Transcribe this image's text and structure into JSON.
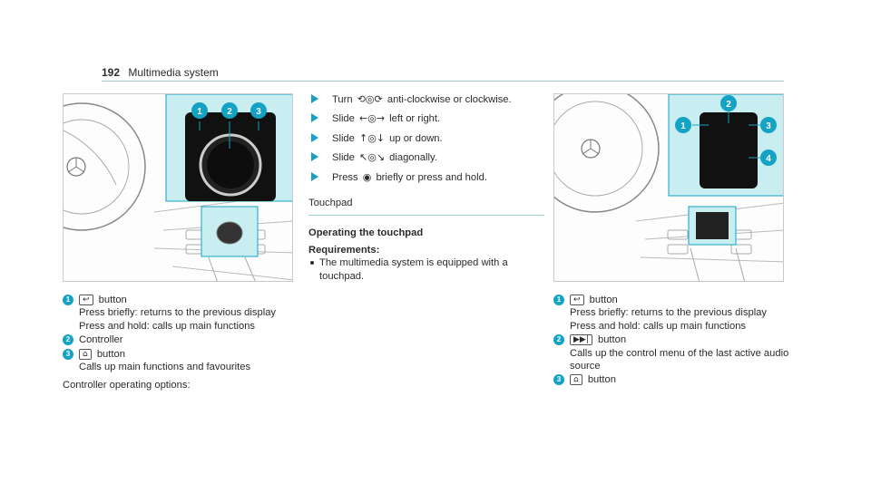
{
  "header": {
    "page_number": "192",
    "title": "Multimedia system"
  },
  "left": {
    "callouts": [
      {
        "num": "1",
        "icon": "back-icon",
        "symbol": "↩",
        "label": "button",
        "lines": [
          "Press briefly: returns to the previous display",
          "Press and hold: calls up main functions"
        ]
      },
      {
        "num": "2",
        "label": "Controller",
        "lines": []
      },
      {
        "num": "3",
        "icon": "home-icon",
        "symbol": "⌂",
        "label": "button",
        "lines": [
          "Calls up main functions and favourites"
        ]
      }
    ],
    "note": "Controller operating options:"
  },
  "mid": {
    "steps": [
      {
        "pre": "Turn",
        "symbol": "⟲◎⟳",
        "post": "anti-clockwise or clockwise."
      },
      {
        "pre": "Slide",
        "symbol": "←◎→",
        "post": "left or right."
      },
      {
        "pre": "Slide",
        "symbol": "↑◎↓",
        "post": "up or down."
      },
      {
        "pre": "Slide",
        "symbol": "↖◎↘",
        "post": "diagonally."
      },
      {
        "pre": "Press",
        "symbol": "◉",
        "post": "briefly or press and hold."
      }
    ],
    "section_title": "Touchpad",
    "sub_title": "Operating the touchpad",
    "req_title": "Requirements:",
    "req_bullet": "The multimedia system is equipped with a touchpad."
  },
  "right": {
    "callouts": [
      {
        "num": "1",
        "icon": "back-icon",
        "symbol": "↩",
        "label": "button",
        "lines": [
          "Press briefly: returns to the previous display",
          "Press and hold: calls up main functions"
        ]
      },
      {
        "num": "2",
        "icon": "skip-forward-icon",
        "symbol": "▶▶|",
        "label": "button",
        "lines": [
          "Calls up the control menu of the last active audio source"
        ]
      },
      {
        "num": "3",
        "icon": "home-icon",
        "symbol": "⌂",
        "label": "button",
        "lines": []
      }
    ]
  },
  "figures": {
    "left_badges": [
      "1",
      "2",
      "3"
    ],
    "right_badges": [
      "1",
      "2",
      "3",
      "4"
    ]
  },
  "colors": {
    "accent": "#14a3c4",
    "highlight": "#c8eef2",
    "rule": "#9ecfd8"
  }
}
